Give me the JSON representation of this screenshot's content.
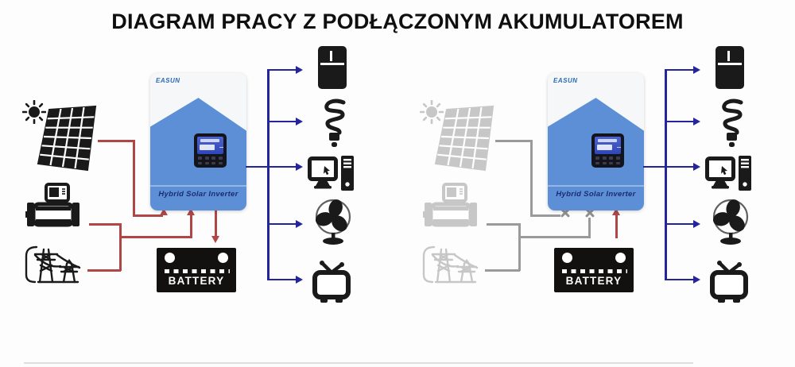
{
  "title": "DIAGRAM PRACY Z PODŁĄCZONYM AKUMULATOREM",
  "inverter": {
    "brand": "EASUN",
    "label": "Hybrid Solar Inverter"
  },
  "battery": {
    "label": "BATTERY"
  },
  "scenes": [
    {
      "name": "sources-charging-battery",
      "sources_active": true,
      "battery_flow": "charging"
    },
    {
      "name": "battery-discharge-mode",
      "sources_active": false,
      "battery_flow": "discharging"
    }
  ],
  "sources": [
    {
      "icon": "sun-icon"
    },
    {
      "icon": "solar-panel-icon"
    },
    {
      "icon": "generator-icon"
    },
    {
      "icon": "power-grid-icon"
    }
  ],
  "loads": [
    {
      "icon": "refrigerator-icon"
    },
    {
      "icon": "cfl-bulb-icon"
    },
    {
      "icon": "computer-icon"
    },
    {
      "icon": "fan-icon"
    },
    {
      "icon": "tv-icon"
    }
  ],
  "colors": {
    "source_wire_active": "#b14646",
    "source_wire_inactive": "#9a9a9a",
    "load_wire": "#24249c",
    "inverter_body": "#5c8fd6",
    "inverter_label_text": "#1b2d70",
    "disabled_icon": "#c7c7c7",
    "active_icon": "#1a1a1a"
  }
}
